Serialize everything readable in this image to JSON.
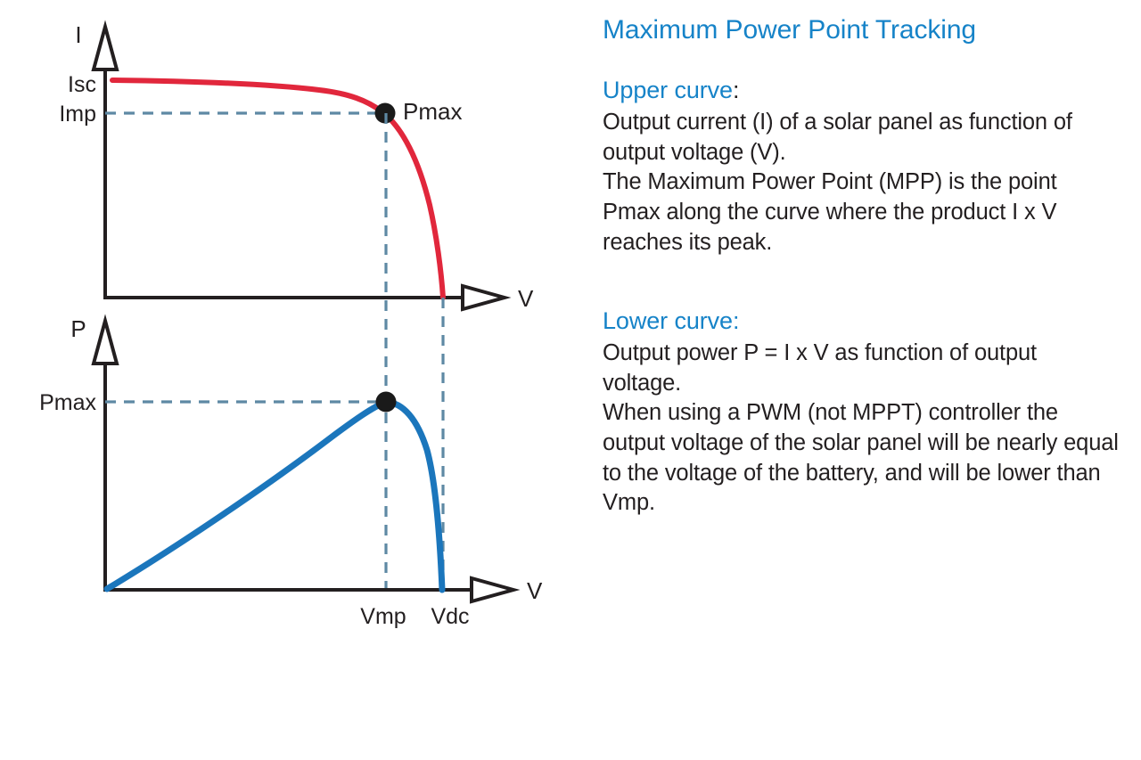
{
  "title": "Maximum Power Point Tracking",
  "sections": [
    {
      "heading": "Upper curve",
      "heading_suffix": ":",
      "paragraphs": [
        "Output current (I) of a solar panel as function of output voltage (V).",
        "The Maximum Power Point (MPP) is the point Pmax along the curve where the product I x V reaches its peak."
      ]
    },
    {
      "heading": "Lower curve",
      "heading_suffix": ":",
      "paragraphs": [
        "Output power P = I x V as function of output voltage.",
        "When using a PWM (not MPPT) controller the output voltage of the solar panel will be nearly equal to the voltage of the battery, and will be lower than Vmp."
      ]
    }
  ],
  "colors": {
    "heading_blue": "#1683c8",
    "body_text": "#231f20",
    "iv_curve_red": "#e1273c",
    "power_curve_blue": "#1b76bc",
    "dashed_guide": "#5e89a4",
    "axis_black": "#231f20",
    "marker_black": "#1a1a1a",
    "background": "#ffffff"
  },
  "chart_data": [
    {
      "type": "line",
      "name": "iv-curve",
      "title": "Upper curve",
      "xlabel": "V",
      "ylabel": "I",
      "x_tick_labels": [],
      "y_tick_labels": [
        "Isc",
        "Imp"
      ],
      "annotations": [
        "Pmax"
      ],
      "description": "Output current (I) of a solar panel as function of output voltage (V). Flat near Isc then knees down to zero at Vdc.",
      "x": [
        0.0,
        0.1,
        0.2,
        0.3,
        0.4,
        0.5,
        0.6,
        0.65,
        0.7,
        0.75,
        0.8,
        0.83,
        0.86,
        0.89,
        0.92,
        0.95,
        0.97,
        0.99,
        1.0
      ],
      "y": [
        1.0,
        0.995,
        0.99,
        0.985,
        0.975,
        0.965,
        0.945,
        0.93,
        0.905,
        0.87,
        0.82,
        0.775,
        0.715,
        0.635,
        0.52,
        0.37,
        0.245,
        0.095,
        0.0
      ],
      "markers": [
        {
          "label": "Pmax",
          "x": 0.837,
          "y": 0.766
        }
      ],
      "guides": [
        {
          "orientation": "horizontal",
          "label": "Imp",
          "value": 0.766
        },
        {
          "orientation": "vertical",
          "label": "Vmp",
          "value": 0.837
        },
        {
          "orientation": "vertical",
          "label": "Vdc",
          "value": 1.0
        }
      ],
      "grid": false,
      "legend": "none"
    },
    {
      "type": "line",
      "name": "power-curve",
      "title": "Lower curve",
      "xlabel": "V",
      "ylabel": "P",
      "x_tick_labels": [
        "Vmp",
        "Vdc"
      ],
      "y_tick_labels": [
        "Pmax"
      ],
      "annotations": [
        "Pmax"
      ],
      "description": "Output power P = I x V as function of output voltage. Rises nearly linearly, peaks at Pmax at Vmp, then falls steeply to zero at Vdc.",
      "x": [
        0.0,
        0.1,
        0.2,
        0.3,
        0.4,
        0.5,
        0.6,
        0.7,
        0.75,
        0.8,
        0.837,
        0.87,
        0.9,
        0.93,
        0.96,
        0.98,
        0.99,
        1.0
      ],
      "y": [
        0.0,
        0.125,
        0.25,
        0.37,
        0.49,
        0.605,
        0.715,
        0.83,
        0.885,
        0.96,
        1.0,
        0.975,
        0.905,
        0.78,
        0.575,
        0.37,
        0.21,
        0.0
      ],
      "markers": [
        {
          "label": "Pmax",
          "x": 0.837,
          "y": 1.0
        }
      ],
      "guides": [
        {
          "orientation": "horizontal",
          "label": "Pmax",
          "value": 1.0
        },
        {
          "orientation": "vertical",
          "label": "Vmp",
          "value": 0.837
        },
        {
          "orientation": "vertical",
          "label": "Vdc",
          "value": 1.0
        }
      ],
      "grid": false,
      "legend": "none"
    }
  ],
  "diagram_labels": {
    "upper_y_axis": "I",
    "upper_x_axis": "V",
    "isc": "Isc",
    "imp": "Imp",
    "upper_point": "Pmax",
    "lower_y_axis": "P",
    "lower_x_axis": "V",
    "pmax": "Pmax",
    "vmp": "Vmp",
    "vdc": "Vdc"
  }
}
